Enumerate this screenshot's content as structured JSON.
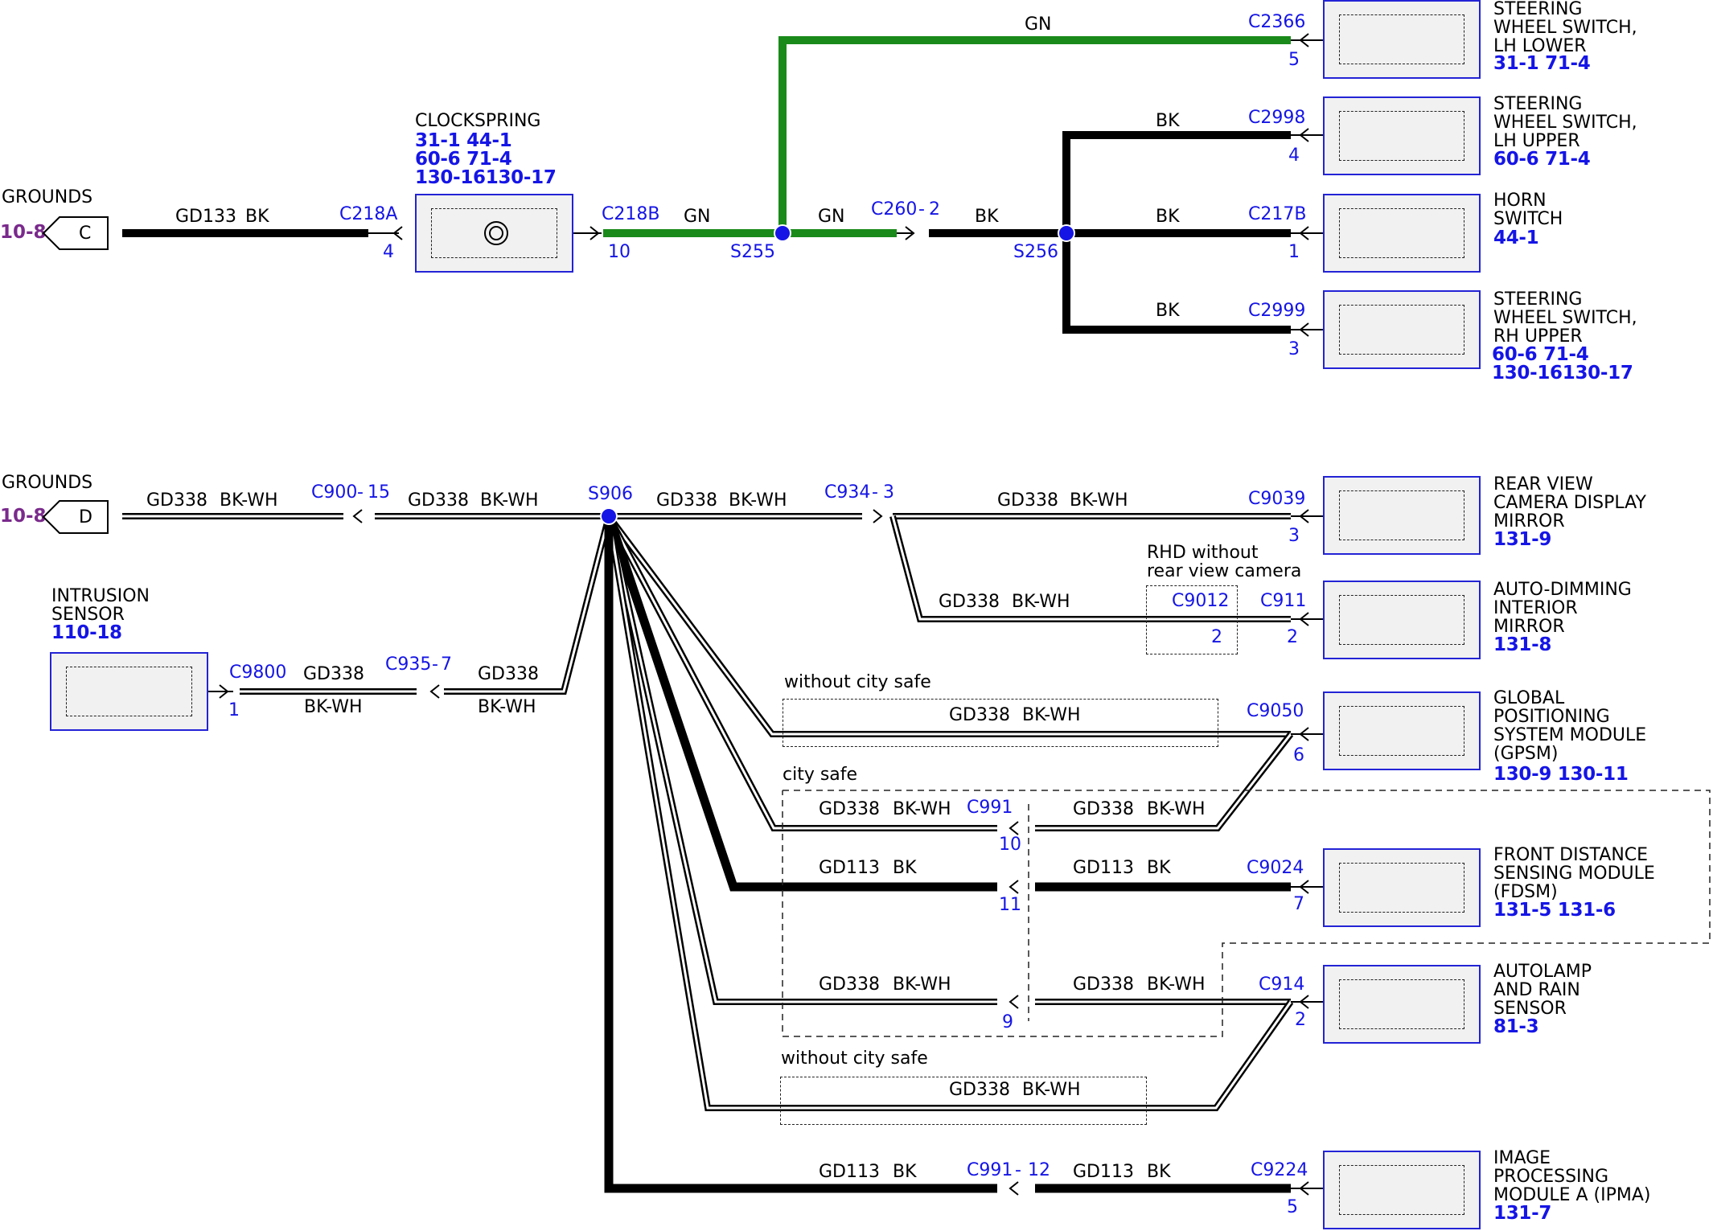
{
  "connector_color": "#1515e6",
  "reference_color": "#7a2a8c",
  "wire_colors": {
    "BK": "#000000",
    "GN": "#1a8a1a",
    "BK-WH": "#000000 / #ffffff"
  },
  "upper_circuit": {
    "ground": {
      "title": "GROUNDS",
      "ref": "10-8",
      "tag": "C"
    },
    "wire_ground": {
      "circuit": "GD133",
      "color": "BK"
    },
    "c218a": {
      "id": "C218A",
      "pin": "4"
    },
    "clockspring": {
      "title": "CLOCKSPRING",
      "refs": [
        "31-1  44-1",
        "60-6  71-4",
        "130-16130-17"
      ]
    },
    "c218b": {
      "id": "C218B",
      "pin": "10"
    },
    "wire_gn1": {
      "color": "GN"
    },
    "s255": "S255",
    "wire_gn2": {
      "color": "GN"
    },
    "wire_gn3": {
      "color": "GN"
    },
    "c260": {
      "id": "C260",
      "sep": "-",
      "pin": "2"
    },
    "wire_bk_s256": {
      "color": "BK"
    },
    "s256": "S256",
    "c2366": {
      "id": "C2366",
      "pin": "5"
    },
    "c2998": {
      "id": "C2998",
      "pin": "4",
      "wire": "BK"
    },
    "c217b": {
      "id": "C217B",
      "pin": "1",
      "wire": "BK"
    },
    "c2999": {
      "id": "C2999",
      "pin": "3",
      "wire": "BK"
    },
    "devices": [
      {
        "name": [
          "STEERING",
          "WHEEL SWITCH,",
          "LH LOWER"
        ],
        "refs": "31-1  71-4"
      },
      {
        "name": [
          "STEERING",
          "WHEEL SWITCH,",
          "LH UPPER"
        ],
        "refs": "60-6  71-4"
      },
      {
        "name": [
          "HORN",
          "SWITCH"
        ],
        "refs": "44-1"
      },
      {
        "name": [
          "STEERING",
          "WHEEL SWITCH,",
          "RH UPPER"
        ],
        "refs": "60-6  71-4",
        "refs2": "130-16130-17"
      }
    ]
  },
  "lower_circuit": {
    "ground": {
      "title": "GROUNDS",
      "ref": "10-8",
      "tag": "D"
    },
    "w1": {
      "circuit": "GD338",
      "color": "BK-WH"
    },
    "c900": {
      "id": "C900",
      "sep": "-",
      "pin": "15"
    },
    "w2": {
      "circuit": "GD338",
      "color": "BK-WH"
    },
    "s906": "S906",
    "w3": {
      "circuit": "GD338",
      "color": "BK-WH"
    },
    "c934": {
      "id": "C934",
      "sep": "-",
      "pin": "3"
    },
    "w4": {
      "circuit": "GD338",
      "color": "BK-WH"
    },
    "c9039": {
      "id": "C9039",
      "pin": "3"
    },
    "rhd_note": [
      "RHD without",
      "rear view camera"
    ],
    "w5": {
      "circuit": "GD338",
      "color": "BK-WH"
    },
    "c9012": {
      "id": "C9012",
      "pin": "2"
    },
    "c911": {
      "id": "C911",
      "pin": "2"
    },
    "intrusion": {
      "name": [
        "INTRUSION",
        "SENSOR"
      ],
      "refs": "110-18"
    },
    "c9800": {
      "id": "C9800",
      "pin": "1"
    },
    "w6": {
      "circuit": "GD338",
      "color": "BK-WH"
    },
    "c935": {
      "id": "C935",
      "sep": "-",
      "pin": "7"
    },
    "w7": {
      "circuit": "GD338",
      "color": "BK-WH"
    },
    "variant_wocs1": "without city safe",
    "w8": {
      "circuit": "GD338",
      "color": "BK-WH"
    },
    "c9050": {
      "id": "C9050",
      "pin": "6"
    },
    "variant_cs": "city safe",
    "w9": {
      "circuit": "GD338",
      "color": "BK-WH"
    },
    "c991": {
      "id": "C991"
    },
    "pin10": "10",
    "w10": {
      "circuit": "GD338",
      "color": "BK-WH"
    },
    "w11": {
      "circuit": "GD113",
      "color": "BK"
    },
    "pin11": "11",
    "w12": {
      "circuit": "GD113",
      "color": "BK"
    },
    "c9024": {
      "id": "C9024",
      "pin": "7"
    },
    "w13": {
      "circuit": "GD338",
      "color": "BK-WH"
    },
    "pin9": "9",
    "w14": {
      "circuit": "GD338",
      "color": "BK-WH"
    },
    "c914": {
      "id": "C914",
      "pin": "2"
    },
    "variant_wocs2": "without city safe",
    "w15": {
      "circuit": "GD338",
      "color": "BK-WH"
    },
    "w16": {
      "circuit": "GD113",
      "color": "BK"
    },
    "c991b": {
      "id": "C991",
      "sep": "-",
      "pin": "12"
    },
    "w17": {
      "circuit": "GD113",
      "color": "BK"
    },
    "c9224": {
      "id": "C9224",
      "pin": "5"
    },
    "devices": [
      {
        "name": [
          "REAR VIEW",
          "CAMERA DISPLAY",
          "MIRROR"
        ],
        "refs": "131-9"
      },
      {
        "name": [
          "AUTO-DIMMING",
          "INTERIOR",
          "MIRROR"
        ],
        "refs": "131-8"
      },
      {
        "name": [
          "GLOBAL",
          "POSITIONING",
          "SYSTEM MODULE",
          "(GPSM)"
        ],
        "refs": "130-9  130-11"
      },
      {
        "name": [
          "FRONT DISTANCE",
          "SENSING MODULE",
          "(FDSM)"
        ],
        "refs": "131-5 131-6"
      },
      {
        "name": [
          "AUTOLAMP",
          "AND RAIN",
          "SENSOR"
        ],
        "refs": "81-3"
      },
      {
        "name": [
          "IMAGE",
          "PROCESSING",
          "MODULE A (IPMA)"
        ],
        "refs": "131-7"
      }
    ]
  }
}
